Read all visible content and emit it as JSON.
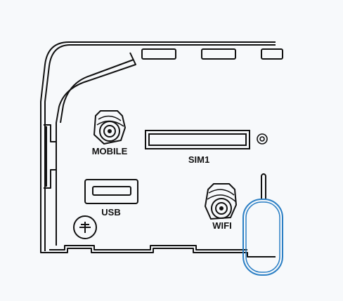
{
  "diagram": {
    "labels": {
      "mobile": "MOBILE",
      "sim": "SIM1",
      "usb": "USB",
      "wifi": "WIFI"
    },
    "colors": {
      "background": "#f7f9fb",
      "line": "#111111",
      "highlight": "#2b7fc4"
    },
    "icons": {
      "mobile_antenna": "sma-connector-icon",
      "wifi_antenna": "sma-connector-icon",
      "ground": "ground-screw-icon",
      "reset": "reset-hole-icon",
      "ejector": "sim-ejector-pin-icon"
    }
  }
}
